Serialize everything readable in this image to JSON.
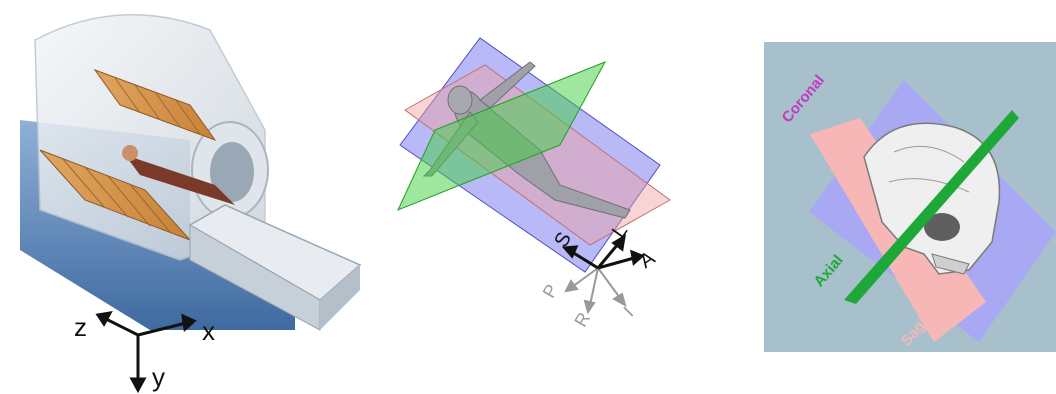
{
  "scanner": {
    "axes": {
      "x": "x",
      "y": "y",
      "z": "z"
    }
  },
  "body_planes": {
    "axes": {
      "S": "S",
      "L": "L",
      "A": "A",
      "P": "P",
      "R": "R",
      "I": "I"
    }
  },
  "skull": {
    "background": "#a7c0cc",
    "labels": {
      "coronal": "Coronal",
      "axial": "Axial",
      "sagittal": "Sagittal"
    },
    "colors": {
      "coronal": "#c13ac4",
      "axial": "#1fa83a",
      "sagittal": "#f7b7b7"
    }
  },
  "colors": {
    "blue_plane": "#8080f0",
    "green_plane": "#40d040",
    "pink_plane": "#f0a0a0"
  }
}
